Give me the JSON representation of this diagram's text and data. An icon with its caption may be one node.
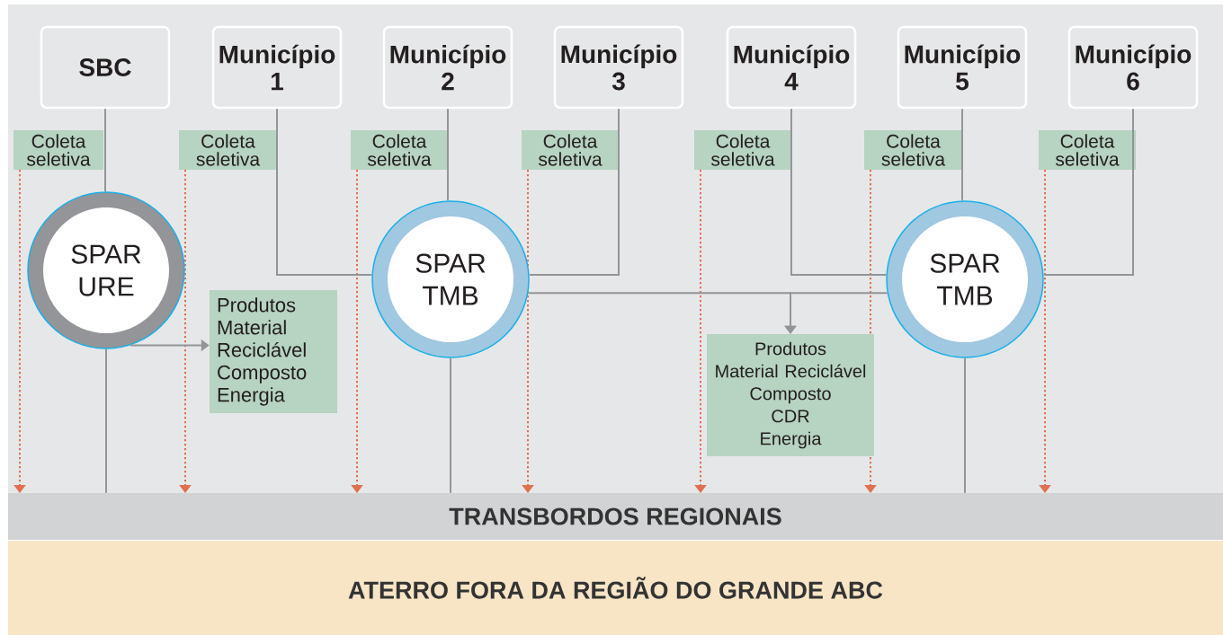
{
  "diagram": {
    "nodes": [
      {
        "text": [
          "SBC"
        ]
      },
      {
        "text": [
          "Município 1"
        ]
      },
      {
        "text": [
          "Município 2"
        ]
      },
      {
        "text": [
          "Município 3"
        ]
      },
      {
        "text": [
          "Município 4"
        ]
      },
      {
        "text": [
          "Município 5"
        ]
      },
      {
        "text": [
          "Município 6"
        ]
      },
      {
        "text": [
          "Coleta seletiva"
        ]
      },
      {
        "text": [
          "Coleta seletiva"
        ]
      },
      {
        "text": [
          "Coleta seletiva"
        ]
      },
      {
        "text": [
          "Coleta seletiva"
        ]
      },
      {
        "text": [
          "Coleta seletiva"
        ]
      },
      {
        "text": [
          "Coleta seletiva"
        ]
      },
      {
        "text": [
          "Coleta seletiva"
        ]
      },
      {
        "text": [
          "SPAR URE"
        ]
      },
      {
        "text": [
          "SPAR TMB"
        ]
      },
      {
        "text": [
          "SPAR TMB"
        ]
      },
      {
        "text": [
          "Produtos",
          "Material Reciclável",
          "Composto",
          "Energia"
        ]
      },
      {
        "text": [
          "Produtos",
          "Material Reciclável",
          "Composto",
          "CDR",
          "Energia"
        ]
      },
      {
        "text": [
          "TRANSBORDOS REGIONAIS"
        ]
      },
      {
        "text": [
          "ATERRO FORA DA REGIÃO DO GRANDE ABC"
        ]
      }
    ],
    "edges": [
      {
        "from": 0,
        "to": 14,
        "arrow": "none"
      },
      {
        "from": 14,
        "to": 19,
        "arrow": "none"
      },
      {
        "from": 14,
        "to": 17,
        "arrow": "to"
      },
      {
        "from": 1,
        "to": 15,
        "arrow": "none"
      },
      {
        "from": 2,
        "to": 15,
        "arrow": "none"
      },
      {
        "from": 3,
        "to": 15,
        "arrow": "none"
      },
      {
        "from": 15,
        "to": 19,
        "arrow": "none"
      },
      {
        "from": 4,
        "to": 16,
        "arrow": "none"
      },
      {
        "from": 5,
        "to": 16,
        "arrow": "none"
      },
      {
        "from": 6,
        "to": 16,
        "arrow": "none"
      },
      {
        "from": 16,
        "to": 19,
        "arrow": "none"
      },
      {
        "from": 15,
        "to": 18,
        "arrow": "to"
      },
      {
        "from": 16,
        "to": 18,
        "arrow": "to"
      },
      {
        "from": 7,
        "to": 19,
        "arrow": "to",
        "style": "dashed",
        "color": "#e07050"
      },
      {
        "from": 8,
        "to": 19,
        "arrow": "to",
        "style": "dashed",
        "color": "#e07050"
      },
      {
        "from": 9,
        "to": 19,
        "arrow": "to",
        "style": "dashed",
        "color": "#e07050"
      },
      {
        "from": 10,
        "to": 19,
        "arrow": "to",
        "style": "dashed",
        "color": "#e07050"
      },
      {
        "from": 11,
        "to": 19,
        "arrow": "to",
        "style": "dashed",
        "color": "#e07050"
      },
      {
        "from": 12,
        "to": 19,
        "arrow": "to",
        "style": "dashed",
        "color": "#e07050"
      },
      {
        "from": 13,
        "to": 19,
        "arrow": "to",
        "style": "dashed",
        "color": "#e07050"
      }
    ]
  }
}
